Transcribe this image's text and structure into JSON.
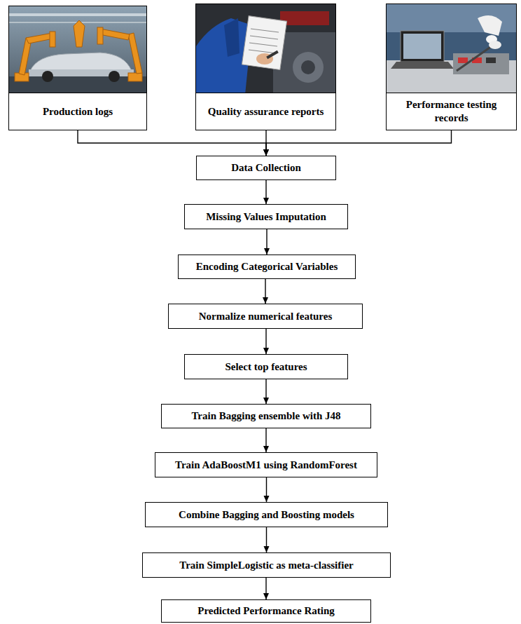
{
  "diagram": {
    "nodes": [
      {
        "text": [
          "Production logs"
        ]
      },
      {
        "text": [
          "Quality assurance reports"
        ]
      },
      {
        "text": [
          "Performance testing records"
        ]
      },
      {
        "text": [
          "Data Collection"
        ]
      },
      {
        "text": [
          "Missing Values Imputation"
        ]
      },
      {
        "text": [
          "Encoding Categorical Variables"
        ]
      },
      {
        "text": [
          "Normalize numerical features"
        ]
      },
      {
        "text": [
          "Select top features"
        ]
      },
      {
        "text": [
          "Train Bagging ensemble with J48"
        ]
      },
      {
        "text": [
          "Train AdaBoostM1 using RandomForest"
        ]
      },
      {
        "text": [
          "Combine Bagging and Boosting models"
        ]
      },
      {
        "text": [
          "Train SimpleLogistic as meta-classifier"
        ]
      },
      {
        "text": [
          "Predicted Performance Rating"
        ]
      }
    ],
    "edges": [
      {
        "from": 0,
        "to": 3,
        "arrow": "to"
      },
      {
        "from": 1,
        "to": 3,
        "arrow": "to"
      },
      {
        "from": 2,
        "to": 3,
        "arrow": "to"
      },
      {
        "from": 3,
        "to": 4,
        "arrow": "to"
      },
      {
        "from": 4,
        "to": 5,
        "arrow": "to"
      },
      {
        "from": 5,
        "to": 6,
        "arrow": "to"
      },
      {
        "from": 6,
        "to": 7,
        "arrow": "to"
      },
      {
        "from": 7,
        "to": 8,
        "arrow": "to"
      },
      {
        "from": 8,
        "to": 9,
        "arrow": "to"
      },
      {
        "from": 9,
        "to": 10,
        "arrow": "to"
      },
      {
        "from": 10,
        "to": 11,
        "arrow": "to"
      },
      {
        "from": 11,
        "to": 12,
        "arrow": "to"
      }
    ]
  }
}
